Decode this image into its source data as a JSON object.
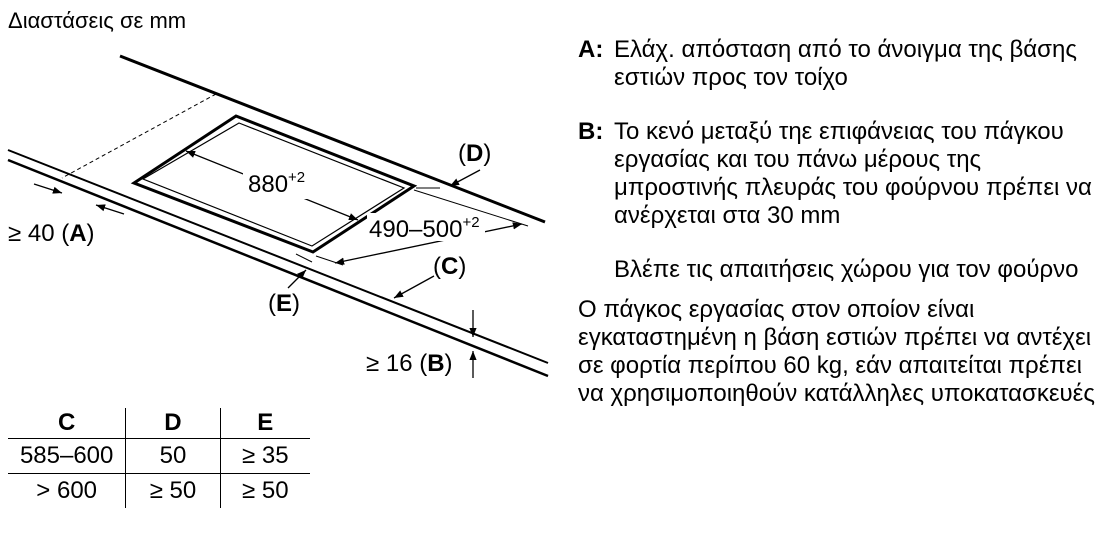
{
  "diagram": {
    "heading": "Διαστάσεις σε mm",
    "width_label": "880",
    "width_sup": "+2",
    "depth_label": "490–500",
    "depth_sup": "+2",
    "label_a": {
      "prefix": "≥ 40 (",
      "letter": "A",
      "suffix": ")"
    },
    "label_b": {
      "prefix": "≥ 16 (",
      "letter": "B",
      "suffix": ")"
    },
    "label_c": {
      "prefix": "(",
      "letter": "C",
      "suffix": ")"
    },
    "label_d": {
      "prefix": "(",
      "letter": "D",
      "suffix": ")"
    },
    "label_e": {
      "prefix": "(",
      "letter": "E",
      "suffix": ")"
    }
  },
  "table": {
    "headers": [
      "C",
      "D",
      "E"
    ],
    "rows": [
      [
        "585–600",
        "50",
        "≥ 35"
      ],
      [
        "> 600",
        "≥ 50",
        "≥ 50"
      ]
    ]
  },
  "notes": {
    "a_tag": "A:",
    "a_text": "Ελάχ. απόσταση από το άνοιγμα της βάσης εστιών προς τον τοίχο",
    "b_tag": "B:",
    "b_text": "Το κενό μεταξύ τηε επιφάνειας του πάγκου εργασίας και του πάνω μέρους της μπροστινής πλευράς του φούρνου πρέπει να ανέρχεται στα 30 mm",
    "see_oven": "Βλέπε τις απαιτήσεις χώρου για τον φούρνο",
    "load": "Ο πάγκος εργασίας στον οποίον είναι εγκαταστημένη η βάση εστιών πρέπει να αντέχει σε φορτία περίπου 60 kg, εάν απαιτείται πρέπει να χρησιμοποιηθούν κατάλληλες υποκατασκευές"
  }
}
